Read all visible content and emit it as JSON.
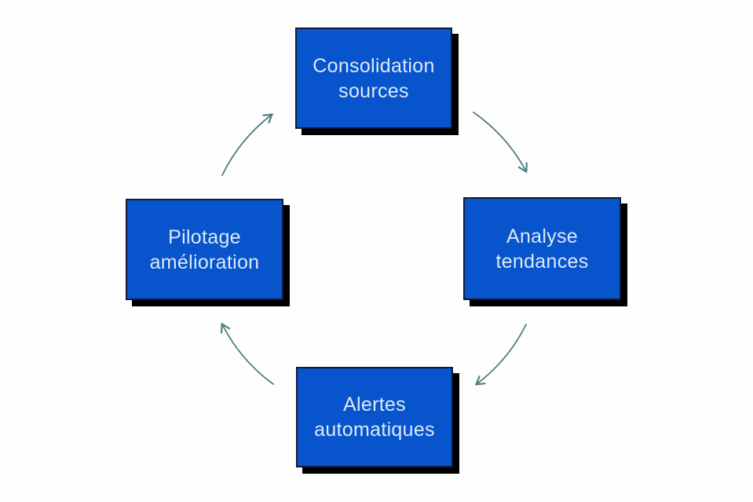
{
  "diagram": {
    "type": "cycle",
    "background_color": "#fefefe",
    "node_fill_color": "#0754cd",
    "node_border_color": "#111a38",
    "node_shadow_color": "#000000",
    "node_text_color": "#dde9f7",
    "arrow_color": "#4f7e80",
    "nodes": [
      {
        "id": "top",
        "label": "Consolidation sources"
      },
      {
        "id": "right",
        "label": "Analyse tendances"
      },
      {
        "id": "bottom",
        "label": "Alertes automatiques"
      },
      {
        "id": "left",
        "label": "Pilotage amélioration"
      }
    ],
    "arrows": [
      {
        "from": "Pilotage amélioration",
        "to": "Consolidation sources",
        "direction": "clockwise"
      },
      {
        "from": "Consolidation sources",
        "to": "Analyse tendances",
        "direction": "clockwise"
      },
      {
        "from": "Analyse tendances",
        "to": "Alertes automatiques",
        "direction": "clockwise"
      },
      {
        "from": "Alertes automatiques",
        "to": "Pilotage amélioration",
        "direction": "clockwise"
      }
    ]
  }
}
